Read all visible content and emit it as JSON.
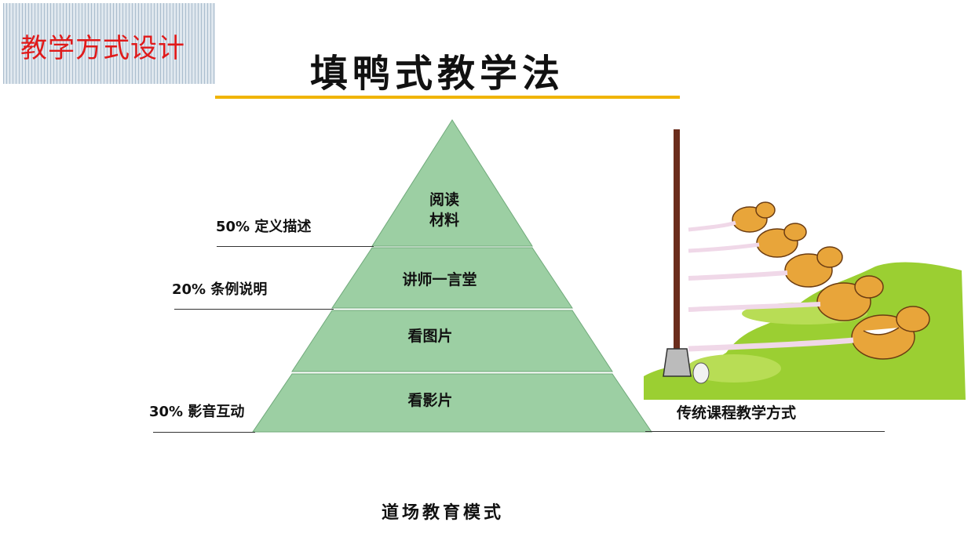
{
  "section_tag": "教学方式设计",
  "title": "填鸭式教学法",
  "pyramid": {
    "tiers": [
      {
        "label_line1": "阅读",
        "label_line2": "材料"
      },
      {
        "label": "讲师一言堂"
      },
      {
        "label": "看图片"
      },
      {
        "label": "看影片"
      }
    ],
    "side_labels": [
      {
        "text": "50% 定义描述"
      },
      {
        "text": "20% 条例说明"
      },
      {
        "text": "30% 影音互动"
      }
    ],
    "fill_color": "#9ccfa3",
    "stroke_color": "#6fa97a"
  },
  "bottom_label": "道场教育模式",
  "right_caption": "传统课程教学方式",
  "illustration": "cartoon-ducks-force-fed-by-tube"
}
